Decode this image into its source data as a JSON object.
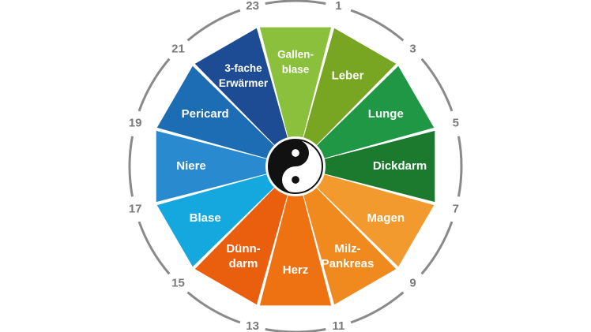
{
  "diagram": {
    "segments": [
      {
        "lines": [
          "Gallen-",
          "blase"
        ],
        "color": "#8bc03d"
      },
      {
        "lines": [
          "Leber"
        ],
        "color": "#78a623"
      },
      {
        "lines": [
          "Lunge"
        ],
        "color": "#1f9744"
      },
      {
        "lines": [
          "Dickdarm"
        ],
        "color": "#1b7a2d"
      },
      {
        "lines": [
          "Magen"
        ],
        "color": "#f29a2e"
      },
      {
        "lines": [
          "Milz-",
          "Pankreas"
        ],
        "color": "#f08a1e"
      },
      {
        "lines": [
          "Herz"
        ],
        "color": "#ee7212"
      },
      {
        "lines": [
          "Dünn-",
          "darm"
        ],
        "color": "#e95f0d"
      },
      {
        "lines": [
          "Blase"
        ],
        "color": "#14a8df"
      },
      {
        "lines": [
          "Niere"
        ],
        "color": "#2a8ad0"
      },
      {
        "lines": [
          "Pericard"
        ],
        "color": "#1c6db3"
      },
      {
        "lines": [
          "3-fache",
          "Erwärmer"
        ],
        "color": "#1d4c94"
      }
    ],
    "hours": [
      "1",
      "3",
      "5",
      "7",
      "9",
      "11",
      "13",
      "15",
      "17",
      "19",
      "21",
      "23"
    ],
    "center_symbol": "yin-yang",
    "ring_color": "#8a8a8a"
  }
}
